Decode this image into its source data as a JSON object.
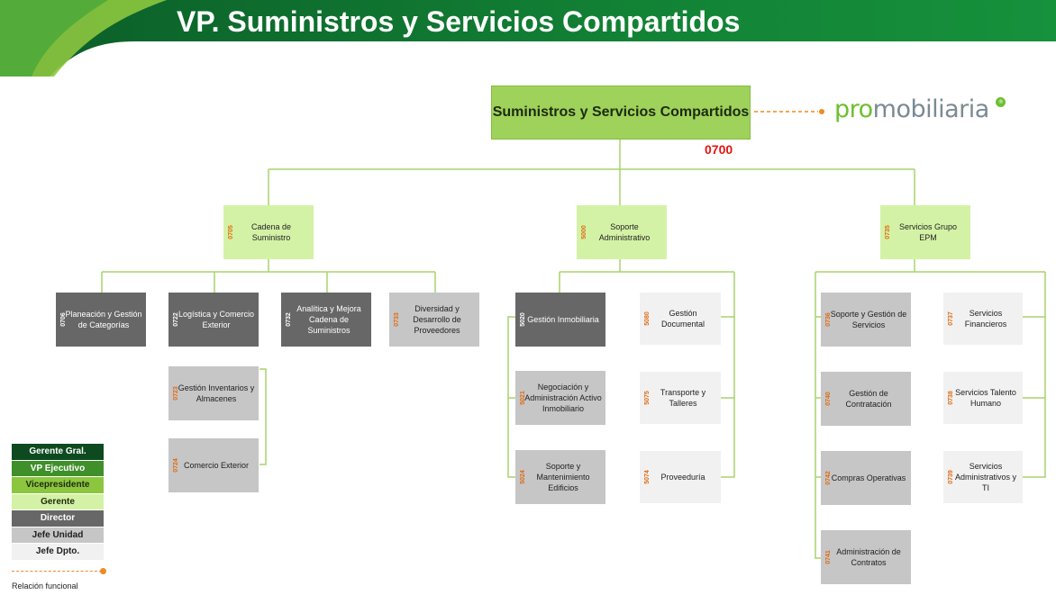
{
  "title": "VP. Suministros y Servicios Compartidos",
  "logo": {
    "prefix": "pro",
    "suffix": "mobiliaria",
    "mark": "®"
  },
  "root": {
    "label": "Suministros y Servicios Compartidos",
    "code": "0700"
  },
  "units": {
    "cadena": {
      "label": "Cadena de Suministro",
      "code": "0705"
    },
    "soporte_adm": {
      "label": "Soporte Administrativo",
      "code": "5000"
    },
    "grupo_epm": {
      "label": "Servicios Grupo EPM",
      "code": "0735"
    },
    "planeacion": {
      "label": "Planeación y Gestión de Categorías",
      "code": "0706"
    },
    "logistica": {
      "label": "Logística y Comercio Exterior",
      "code": "0722"
    },
    "analitica": {
      "label": "Analítica y Mejora Cadena de Suministros",
      "code": "0732"
    },
    "diversidad": {
      "label": "Diversidad y Desarrollo de Proveedores",
      "code": "0733"
    },
    "inventarios": {
      "label": "Gestión Inventarios y Almacenes",
      "code": "0723"
    },
    "comercio": {
      "label": "Comercio Exterior",
      "code": "0724"
    },
    "inmobiliaria": {
      "label": "Gestión Inmobiliaria",
      "code": "5020"
    },
    "negociacion": {
      "label": "Negociación y Administración Activo Inmobiliario",
      "code": "5021"
    },
    "mantenimiento": {
      "label": "Soporte y Mantenimiento Edificios",
      "code": "5024"
    },
    "documental": {
      "label": "Gestión Documental",
      "code": "5080"
    },
    "transporte": {
      "label": "Transporte y Talleres",
      "code": "5075"
    },
    "proveeduria": {
      "label": "Proveeduría",
      "code": "5074"
    },
    "soporte_servicios": {
      "label": "Soporte y Gestión de Servicios",
      "code": "0736"
    },
    "contratacion": {
      "label": "Gestión de Contratación",
      "code": "0740"
    },
    "compras": {
      "label": "Compras Operativas",
      "code": "0742"
    },
    "adm_contratos": {
      "label": "Administración de Contratos",
      "code": "0741"
    },
    "financieros": {
      "label": "Servicios Financieros",
      "code": "0737"
    },
    "talento": {
      "label": "Servicios Talento Humano",
      "code": "0738"
    },
    "administrativos": {
      "label": "Servicios Administrativos y TI",
      "code": "0739"
    }
  },
  "legend": {
    "items": [
      {
        "label": "Gerente Gral.",
        "bg": "#0d4a1f",
        "fg": "#ffffff"
      },
      {
        "label": "VP Ejecutivo",
        "bg": "#3f8f2a",
        "fg": "#ffffff"
      },
      {
        "label": "Vicepresidente",
        "bg": "#8cc63f",
        "fg": "#1e2a0e"
      },
      {
        "label": "Gerente",
        "bg": "#d4f2a6",
        "fg": "#1e2a0e"
      },
      {
        "label": "Director",
        "bg": "#676767",
        "fg": "#ffffff"
      },
      {
        "label": "Jefe Unidad",
        "bg": "#c6c6c6",
        "fg": "#1e1e1e"
      },
      {
        "label": "Jefe Dpto.",
        "bg": "#f1f1f1",
        "fg": "#1e1e1e"
      }
    ],
    "relation": "Relación funcional"
  },
  "colors": {
    "line": "#a9d36b",
    "accent": "#f08a24",
    "root_code": "#e3140f"
  }
}
